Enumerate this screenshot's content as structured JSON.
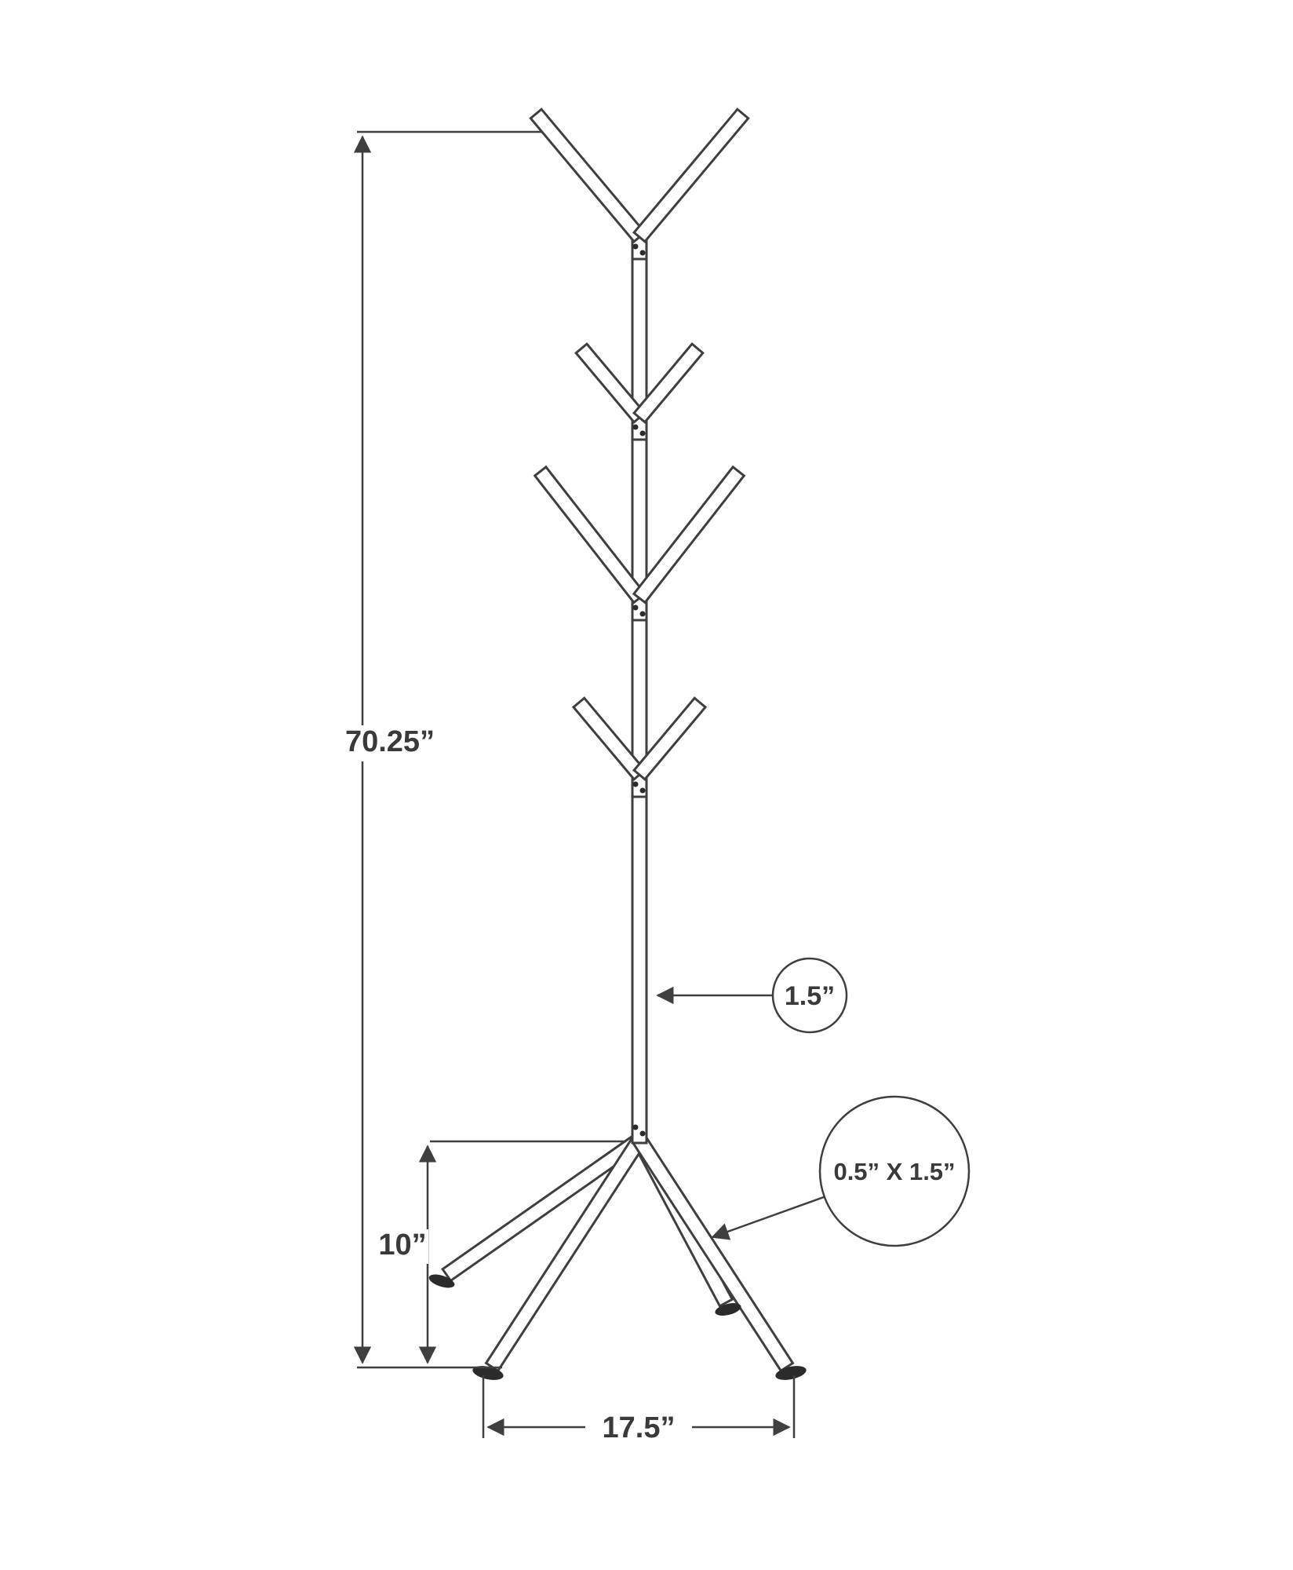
{
  "colors": {
    "background": "#ffffff",
    "line": "#3f3f3f",
    "text": "#3a3a3a"
  },
  "diagram": {
    "labels": {
      "overall_height": "70.25”",
      "base_height": "10”",
      "base_width": "17.5”",
      "pole_thickness": "1.5”",
      "leg_profile": "0.5” X 1.5”"
    }
  }
}
